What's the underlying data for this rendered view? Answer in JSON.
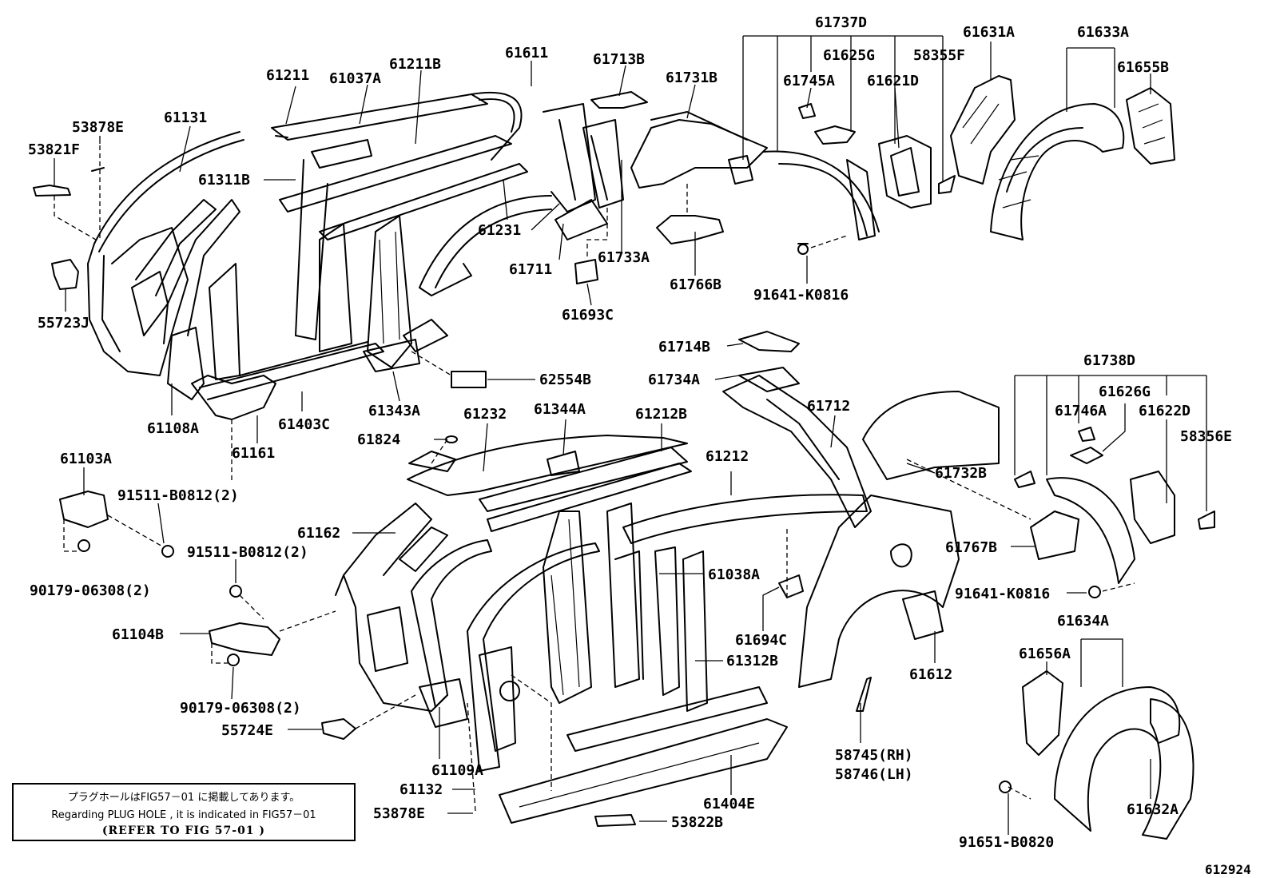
{
  "labels": {
    "p61211": "61211",
    "p61037A": "61037A",
    "p61211B": "61211B",
    "p61611": "61611",
    "p61713B": "61713B",
    "p61731B": "61731B",
    "p61737D": "61737D",
    "p61625G": "61625G",
    "p58355F": "58355F",
    "p61745A": "61745A",
    "p61621D": "61621D",
    "p61631A": "61631A",
    "p61633A": "61633A",
    "p61655B": "61655B",
    "p61131": "61131",
    "p53878E_top": "53878E",
    "p53821F": "53821F",
    "p61311B": "61311B",
    "p61231": "61231",
    "p61711": "61711",
    "p61733A": "61733A",
    "p61766B": "61766B",
    "p61693C": "61693C",
    "p91641_K0816_top": "91641-K0816",
    "p55723J": "55723J",
    "p61108A": "61108A",
    "p61403C": "61403C",
    "p61343A": "61343A",
    "p62554B": "62554B",
    "p61161": "61161",
    "p61714B": "61714B",
    "p61734A": "61734A",
    "p61712": "61712",
    "p61738D": "61738D",
    "p61626G": "61626G",
    "p61746A": "61746A",
    "p61622D": "61622D",
    "p58356E": "58356E",
    "p61732B": "61732B",
    "p61767B": "61767B",
    "p91641_K0816_bot": "91641-K0816",
    "p61232": "61232",
    "p61344A": "61344A",
    "p61212B": "61212B",
    "p61824": "61824",
    "p61212": "61212",
    "p61103A": "61103A",
    "p91511_B0812_a": "91511-B0812(2)",
    "p91511_B0812_b": "91511-B0812(2)",
    "p61162": "61162",
    "p90179_06308_a": "90179-06308(2)",
    "p61038A": "61038A",
    "p61104B": "61104B",
    "p61694C": "61694C",
    "p61312B": "61312B",
    "p61612": "61612",
    "p90179_06308_b": "90179-06308(2)",
    "p55724E": "55724E",
    "p61109A": "61109A",
    "p61132": "61132",
    "p53878E_bot": "53878E",
    "p53822B": "53822B",
    "p61404E": "61404E",
    "p58745": "58745(RH)",
    "p58746": "58746(LH)",
    "p61634A": "61634A",
    "p61656A": "61656A",
    "p61632A": "61632A",
    "p91651_B0820": "91651-B0820",
    "figure_number": "612924"
  },
  "note": {
    "line1": "プラグホールはFIG57－01 に掲載してあります。",
    "line2": "Regarding PLUG HOLE , it is indicated in FIG57－01",
    "line3": "(REFER TO FIG 57-01 )"
  }
}
